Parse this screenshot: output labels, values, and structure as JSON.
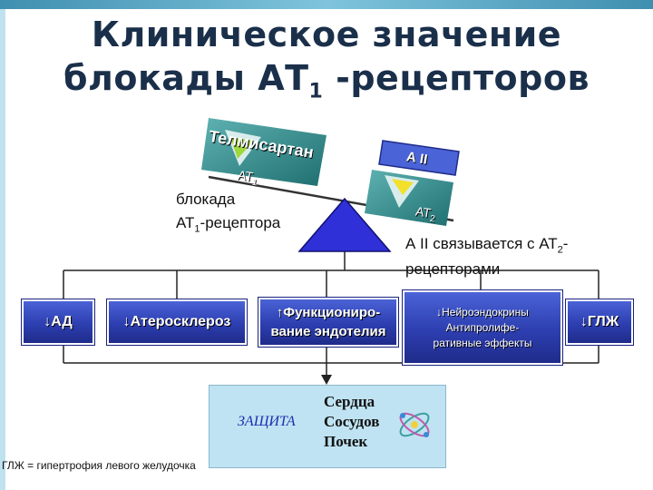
{
  "title": {
    "line1": "Клиническое значение",
    "line2_main": "блокады АТ",
    "line2_sub": "1",
    "line2_end": " -рецепторов"
  },
  "scale": {
    "drug_label": "Телмисартан",
    "receptor_left": "АТ",
    "receptor_left_sub": "1",
    "receptor_right": "АТ",
    "receptor_right_sub": "2",
    "ligand_label": "А II"
  },
  "left_caption": {
    "line1": "блокада",
    "line2_a": "АТ",
    "line2_sub": "1",
    "line2_b": "-рецептора"
  },
  "right_caption": {
    "line1_a": "А II связывается с АТ",
    "line1_sub": "2",
    "line1_b": "-",
    "line2": "рецепторами"
  },
  "boxes": {
    "ad": "↓АД",
    "atherosclerosis": "↓Атеросклероз",
    "endothelium_l1": "↑Функциониро-",
    "endothelium_l2": "вание эндотелия",
    "neuro_l1": "↓Нейроэндокрины",
    "neuro_l2": "Антипролифе-",
    "neuro_l3": "ративные эффекты",
    "glzh": "↓ГЛЖ"
  },
  "protection": {
    "label": "ЗАЩИТА",
    "items": [
      "Сердца",
      "Сосудов",
      "Почек"
    ]
  },
  "footnote": "ГЛЖ = гипертрофия левого желудочка",
  "colors": {
    "box_blue": "#2d3eb0",
    "triangle_blue": "#3030d8",
    "receptor_teal": "#2e8a8a",
    "protect_bg": "#bfe3f2",
    "title": "#1a2f4a"
  }
}
